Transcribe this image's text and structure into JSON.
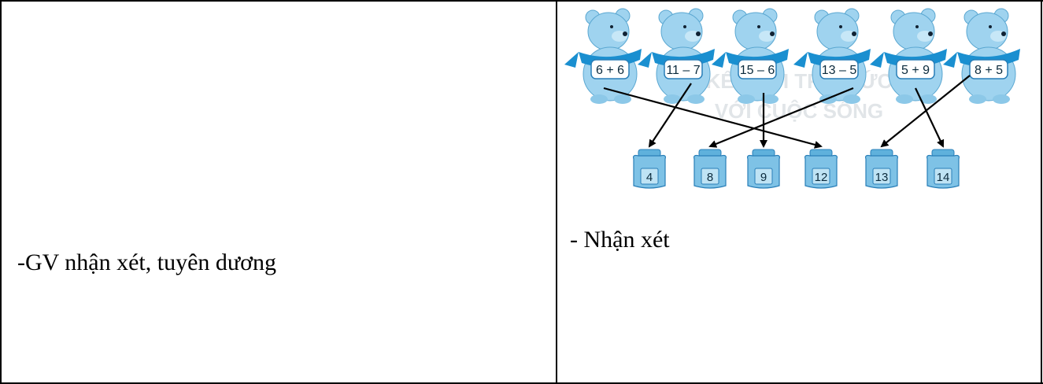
{
  "left_cell": {
    "text": "-GV nhận xét, tuyên dương"
  },
  "right_cell": {
    "text": "- Nhận xét",
    "bears": [
      {
        "expr": "6 + 6",
        "answer": 12
      },
      {
        "expr": "11 – 7",
        "answer": 4
      },
      {
        "expr": "15 – 6",
        "answer": 9
      },
      {
        "expr": "13 – 5",
        "answer": 8
      },
      {
        "expr": "5 + 9",
        "answer": 14
      },
      {
        "expr": "8 + 5",
        "answer": 13
      }
    ],
    "jars": [
      "4",
      "8",
      "9",
      "12",
      "13",
      "14"
    ],
    "watermark_lines": [
      "KẾT NỐI TRI THỨC",
      "VỚI CUỘC SỐNG"
    ]
  },
  "colors": {
    "bear": "#9fd3ef",
    "scarf": "#1a8fd0",
    "jar": "#7ec2e6",
    "arrow": "#000000"
  }
}
